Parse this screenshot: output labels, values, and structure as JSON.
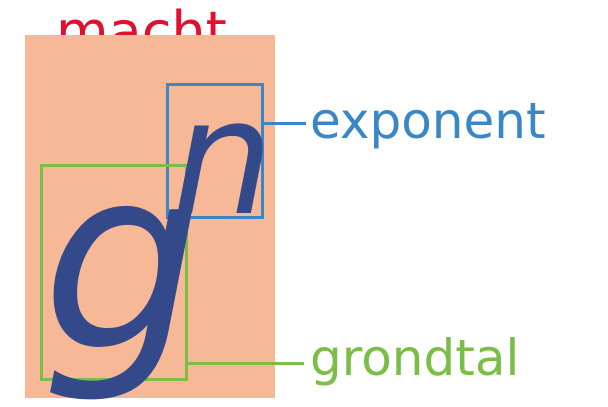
{
  "title": {
    "text": "macht",
    "color": "#e0102f"
  },
  "power": {
    "fill_color": "#f7b897"
  },
  "base": {
    "symbol": "g",
    "label": "grondtal",
    "color": "#7bbd46"
  },
  "exponent": {
    "symbol": "n",
    "label": "exponent",
    "color": "#3a87c8"
  },
  "glyph_color": "#34498a"
}
